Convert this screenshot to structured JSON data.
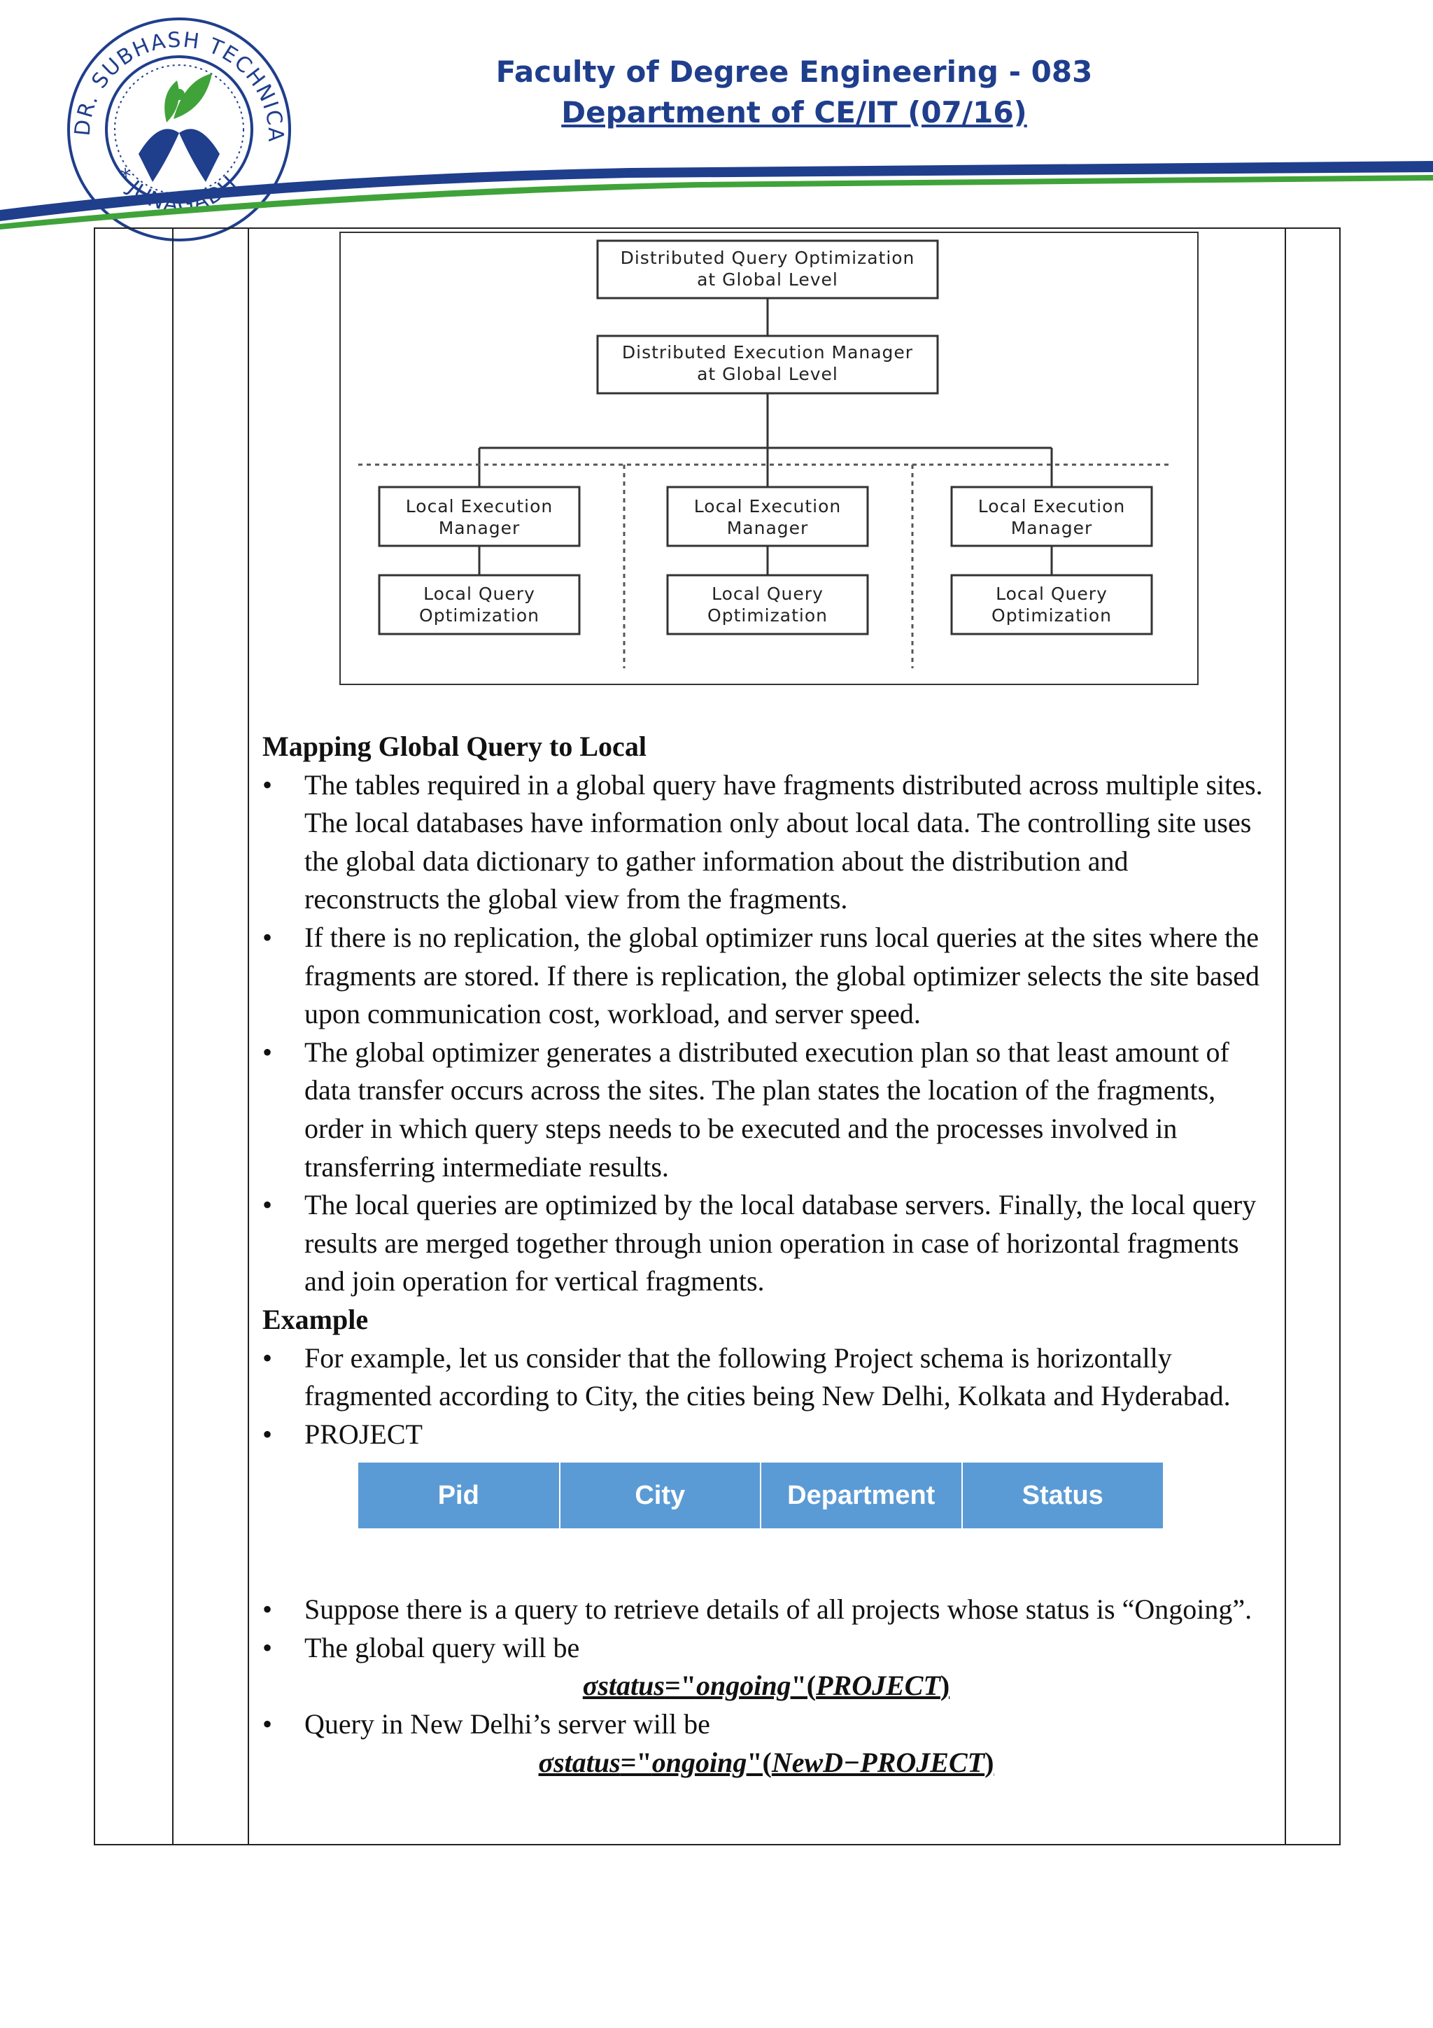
{
  "header": {
    "line1": "Faculty of Degree Engineering - 083",
    "line2": "Department of CE/IT (07/16)",
    "logo": {
      "top_text": "DR. SUBHASH TECHNICAL CAMPUS",
      "bottom_text": "* JUNAGADH *"
    }
  },
  "diagram": {
    "global_opt": [
      "Distributed Query Optimization",
      "at Global Level"
    ],
    "global_exec": [
      "Distributed Execution Manager",
      "at Global Level"
    ],
    "local_exec": [
      "Local Execution",
      "Manager"
    ],
    "local_opt": [
      "Local Query",
      "Optimization"
    ]
  },
  "body": {
    "heading1": "Mapping Global Query to Local",
    "bullets1": [
      "The tables required in a global query have fragments distributed across multiple sites. The local databases have information only about local data. The controlling site uses the global data dictionary to gather information about the distribution and reconstructs the global view from the fragments.",
      "If there is no replication, the global optimizer runs local queries at the sites where the fragments are stored. If there is replication, the global optimizer selects the site based upon communication cost, workload, and server speed.",
      "The global optimizer generates a distributed execution plan so that least amount of data transfer occurs across the sites. The plan states the location of the fragments, order in which query steps needs to be executed and the processes involved in transferring intermediate results.",
      "The local queries are optimized by the local database servers. Finally, the local query results are merged together through union operation in case of horizontal fragments and join operation for vertical fragments."
    ],
    "heading2": "Example",
    "bullets2": [
      "For example, let us consider that the following Project schema is horizontally fragmented according to City, the cities being New Delhi, Kolkata and Hyderabad.",
      "PROJECT"
    ],
    "table_headers": [
      "Pid",
      "City",
      "Department",
      "Status"
    ],
    "bullets3": [
      "Suppose there is a query to retrieve details of all projects whose status is “Ongoing”.",
      "The global query will be"
    ],
    "formula1": {
      "a": "σstatus",
      "b": "=\"",
      "c": "ongoing",
      "d": "\"(",
      "e": "PROJECT",
      "f": ")"
    },
    "bullet4": "Query in New Delhi’s server will be",
    "formula2": {
      "a": "σstatus",
      "b": "=\"",
      "c": "ongoing",
      "d": "\"(",
      "e": "NewD−PROJECT",
      "f": ")"
    }
  }
}
